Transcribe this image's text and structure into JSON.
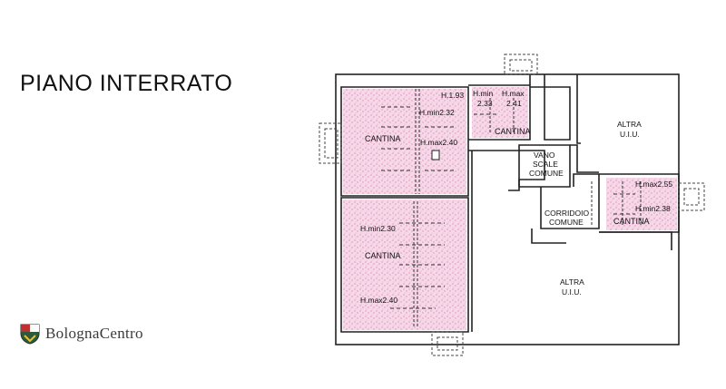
{
  "title": "PIANO INTERRATO",
  "brand": {
    "name": "BolognaCentro",
    "logo_icon": "crest-icon"
  },
  "colors": {
    "room_fill": "#f2c9e0",
    "wall": "#222222",
    "hatch": "#d896bb"
  },
  "labels": {
    "cantina_top": "CANTINA",
    "cantina_bottom": "CANTINA",
    "cantina_mid": "CANTINA",
    "cantina_right": "CANTINA",
    "h_193": "H.1.93",
    "h_min_233_a": "H.min",
    "h_min_233_b": "2.33",
    "h_max_241_a": "H.max",
    "h_max_241_b": "2.41",
    "h_min_232": "H.min2.32",
    "h_max_240_top": "H.max2.40",
    "h_min_230": "H.min2.30",
    "h_max_240_bottom": "H.max2.40",
    "h_max_255": "H.max2.55",
    "h_min_238": "H.min2.38",
    "vano_1": "VANO",
    "vano_2": "SCALE",
    "vano_3": "COMUNE",
    "corridoio_1": "CORRIDOIO",
    "corridoio_2": "COMUNE",
    "altra_top_1": "ALTRA",
    "altra_top_2": "U.I.U.",
    "altra_bottom_1": "ALTRA",
    "altra_bottom_2": "U.I.U."
  }
}
